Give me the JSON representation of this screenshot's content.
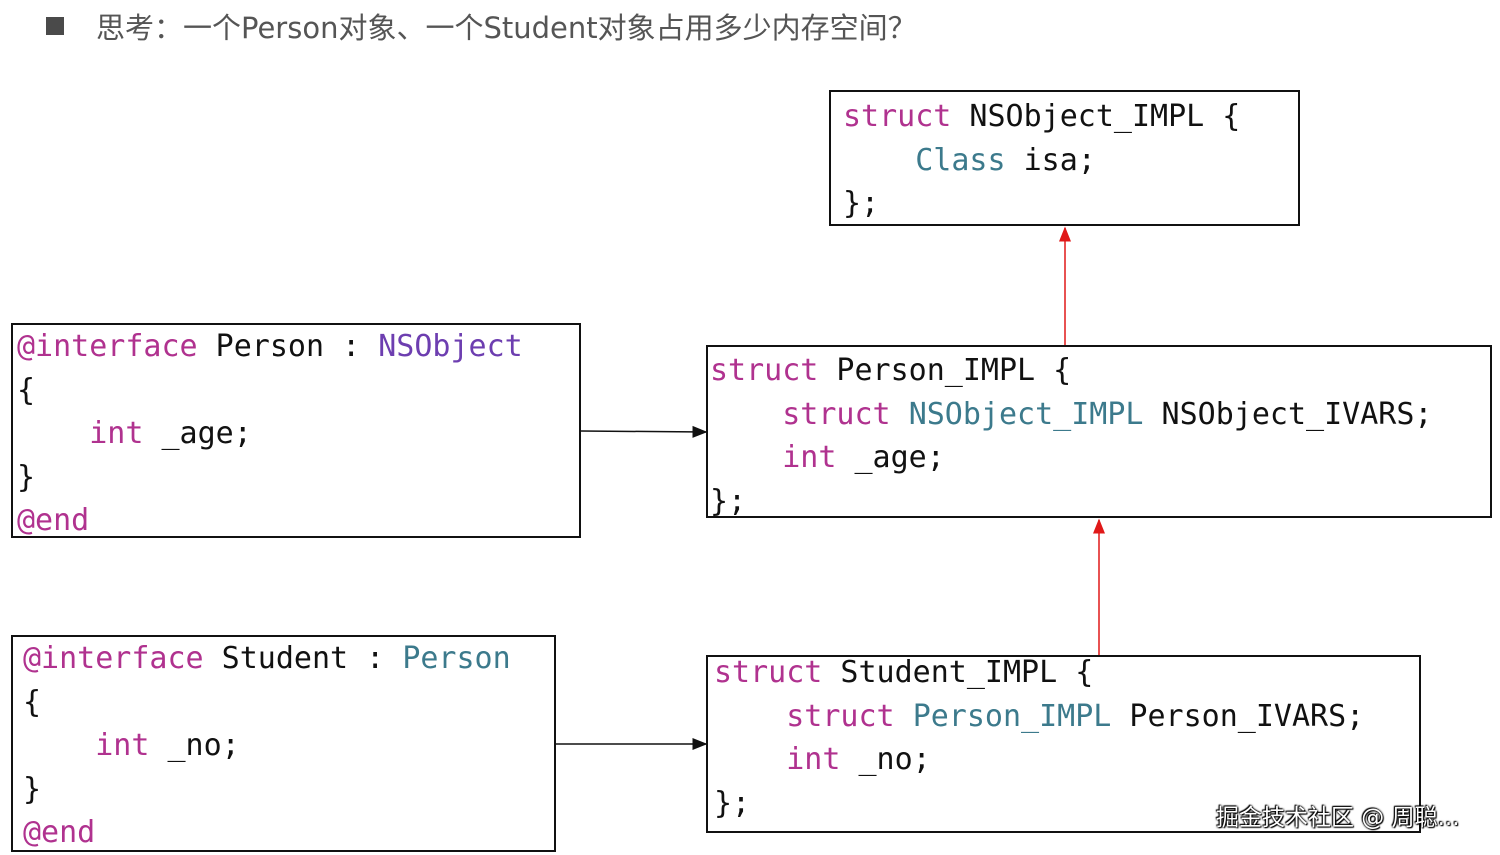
{
  "title": "思考：一个Person对象、一个Student对象占用多少内存空间？",
  "colors": {
    "keyword": "#b0328f",
    "type": "#3c7a8c",
    "class_name": "#6d3eb0",
    "plain": "#111111",
    "arrow_red": "#e01818",
    "arrow_black": "#111111"
  },
  "nsobject_impl": {
    "line1": {
      "kw": "struct",
      "name": " NSObject_IMPL {"
    },
    "line2": {
      "indent": "    ",
      "type": "Class",
      "rest": " isa;"
    },
    "line3": "};"
  },
  "person_interface": {
    "line1": {
      "kw": "@interface",
      "name": " Person : ",
      "super": "NSObject"
    },
    "line2": "{",
    "line3": {
      "indent": "    ",
      "type": "int",
      "rest": " _age;"
    },
    "line4": "}",
    "line5": "@end"
  },
  "person_impl": {
    "line1": {
      "kw": "struct",
      "name": " Person_IMPL {"
    },
    "line2": {
      "indent": "    ",
      "kw": "struct",
      "sp": " ",
      "type": "NSObject_IMPL",
      "rest": " NSObject_IVARS;"
    },
    "line3": {
      "indent": "    ",
      "type": "int",
      "rest": " _age;"
    },
    "line4": "};"
  },
  "student_interface": {
    "line1": {
      "kw": "@interface",
      "name": " Student : ",
      "super": "Person"
    },
    "line2": "{",
    "line3": {
      "indent": "    ",
      "type": "int",
      "rest": " _no;"
    },
    "line4": "}",
    "line5": "@end"
  },
  "student_impl": {
    "line1": {
      "kw": "struct",
      "name": " Student_IMPL {"
    },
    "line2": {
      "indent": "    ",
      "kw": "struct",
      "sp": " ",
      "type": "Person_IMPL",
      "rest": " Person_IVARS;"
    },
    "line3": {
      "indent": "    ",
      "type": "int",
      "rest": " _no;"
    },
    "line4": "};"
  },
  "watermark": "掘金技术社区 @ 周聪..."
}
